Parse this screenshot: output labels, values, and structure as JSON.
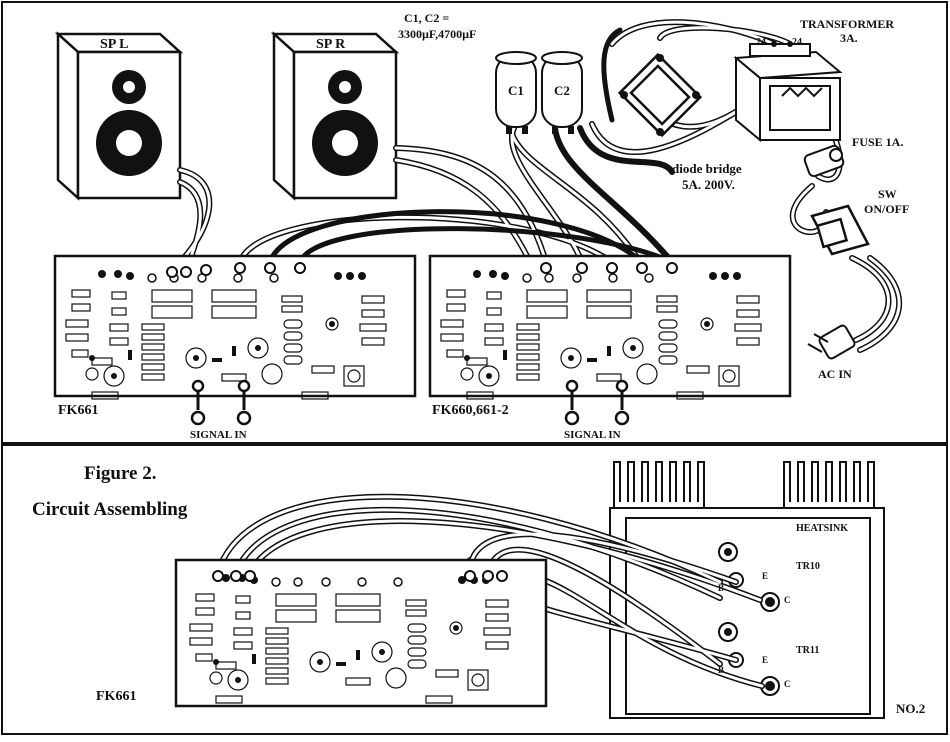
{
  "top": {
    "capacitor_spec_line1": "C1, C2 =",
    "capacitor_spec_line2": "3300µF,4700µF",
    "c1": "C1",
    "c2": "C2",
    "speaker_left": "SP L",
    "speaker_right": "SP R",
    "transformer_line1": "TRANSFORMER",
    "transformer_line2": "3A.",
    "tap_left": "24",
    "tap_right": "24",
    "fuse": "FUSE 1A.",
    "switch_line1": "SW",
    "switch_line2": "ON/OFF",
    "bridge_line1": "diode bridge",
    "bridge_line2": "5A. 200V.",
    "ac_in": "AC IN",
    "board_left": "FK661",
    "board_right": "FK660,661-2",
    "signal_in_left": "SIGNAL IN",
    "signal_in_right": "SIGNAL IN"
  },
  "bottom": {
    "figure_title": "Figure 2.",
    "figure_subtitle": "Circuit Assembling",
    "heatsink": "HEATSINK",
    "tr10": "TR10",
    "tr11": "TR11",
    "e": "E",
    "b": "B",
    "c": "C",
    "board": "FK661",
    "page_no": "NO.2"
  },
  "colors": {
    "ink": "#111111",
    "paper": "#ffffff",
    "wire_fill": "#ffffff"
  }
}
